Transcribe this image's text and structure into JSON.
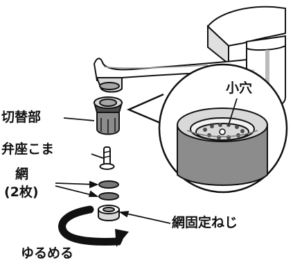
{
  "labels": {
    "small_hole": "小穴",
    "switch_part": "切替部",
    "valve_seat": "弁座こま",
    "mesh": "網",
    "mesh_count": "(2枚)",
    "mesh_screw": "網固定ねじ",
    "loosen": "ゆるめる"
  },
  "colors": {
    "outline": "#111111",
    "shade_light": "#d9d9d9",
    "shade_mid": "#a6a6a6",
    "shade_dark": "#4d4d4d",
    "background": "#ffffff"
  }
}
